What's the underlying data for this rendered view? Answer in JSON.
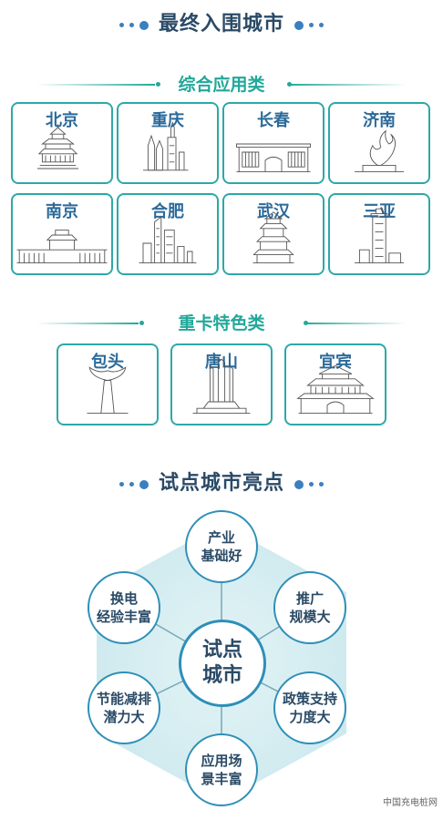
{
  "title": "最终入围城市",
  "section_general": {
    "label": "综合应用类",
    "cities": [
      "北京",
      "重庆",
      "长春",
      "济南",
      "南京",
      "合肥",
      "武汉",
      "三亚"
    ]
  },
  "section_heavy": {
    "label": "重卡特色类",
    "cities": [
      "包头",
      "唐山",
      "宜宾"
    ]
  },
  "highlights": {
    "title": "试点城市亮点",
    "center": [
      "试点",
      "城市"
    ],
    "items": [
      [
        "产业",
        "基础好"
      ],
      [
        "推广",
        "规模大"
      ],
      [
        "政策支持",
        "力度大"
      ],
      [
        "应用场",
        "景丰富"
      ],
      [
        "节能减排",
        "潜力大"
      ],
      [
        "换电",
        "经验丰富"
      ]
    ]
  },
  "watermark": "中国充电桩网",
  "colors": {
    "teal": "#22a89a",
    "blue": "#2e8fb8",
    "navy": "#2a4a66"
  }
}
